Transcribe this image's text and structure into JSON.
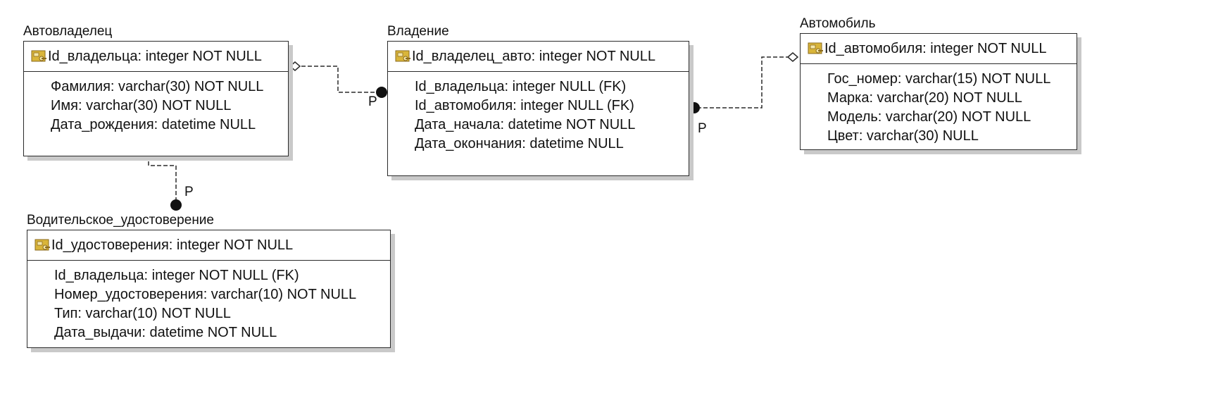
{
  "diagram": {
    "entities": {
      "owner": {
        "title": "Автовладелец",
        "pk": "Id_владельца: integer NOT NULL",
        "attributes": [
          "Фамилия: varchar(30) NOT NULL",
          "Имя: varchar(30) NOT NULL",
          "Дата_рождения: datetime NULL"
        ]
      },
      "ownership": {
        "title": "Владение",
        "pk": "Id_владелец_авто: integer NOT NULL",
        "attributes": [
          "Id_владельца: integer NULL (FK)",
          "Id_автомобиля: integer NULL (FK)",
          "Дата_начала: datetime NOT NULL",
          "Дата_окончания: datetime NULL"
        ]
      },
      "car": {
        "title": "Автомобиль",
        "pk": "Id_автомобиля: integer NOT NULL",
        "attributes": [
          "Гос_номер: varchar(15) NOT NULL",
          "Марка: varchar(20) NOT NULL",
          "Модель: varchar(20) NOT NULL",
          "Цвет: varchar(30) NULL"
        ]
      },
      "license": {
        "title": "Водительское_удостоверение",
        "pk": "Id_удостоверения: integer NOT NULL",
        "attributes": [
          "Id_владельца: integer NOT NULL (FK)",
          "Номер_удостоверения: varchar(10) NOT NULL",
          "Тип: varchar(10) NOT NULL",
          "Дата_выдачи: datetime NOT NULL"
        ]
      }
    },
    "relationships": [
      {
        "from": "owner",
        "to": "ownership",
        "cardinality_label": "P"
      },
      {
        "from": "car",
        "to": "ownership",
        "cardinality_label": "P"
      },
      {
        "from": "owner",
        "to": "license",
        "cardinality_label": "P"
      }
    ],
    "colors": {
      "line": "#2a2a2a",
      "shadow": "#c9c9c9",
      "key_icon_gold": "#d9b53a",
      "key_icon_brown": "#8a6a1e"
    }
  }
}
